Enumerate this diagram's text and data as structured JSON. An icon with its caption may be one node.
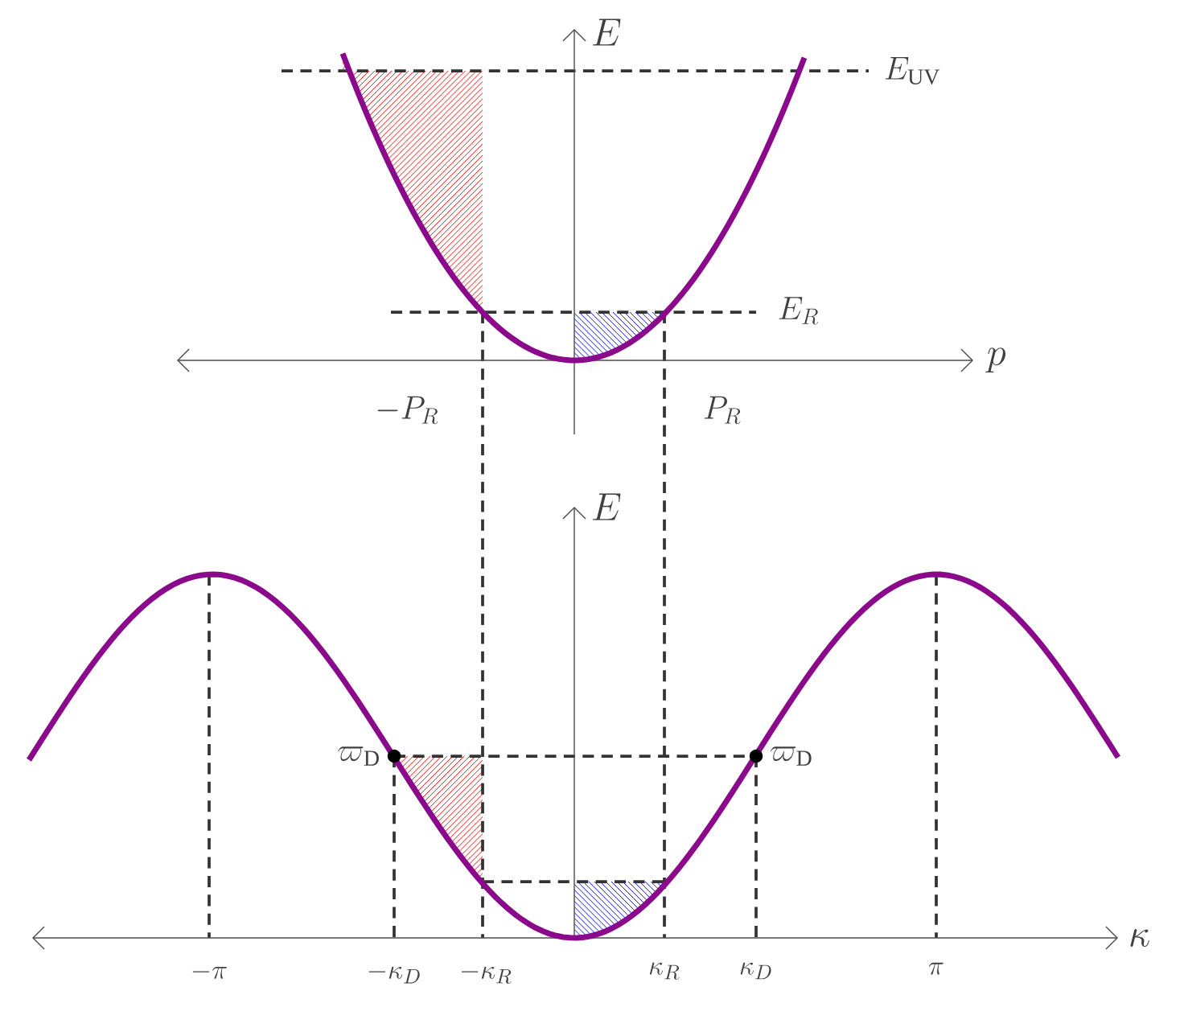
{
  "diagram": {
    "labels": [
      "E",
      "E_{\\mathrm{UV}}",
      "E_R",
      "p",
      "-P_R",
      "P_R",
      "E",
      "\\varpi_{\\mathrm{D}}",
      "\\varpi_{\\mathrm{D}}",
      "\\kappa",
      "-\\pi",
      "-\\kappa_D",
      "-\\kappa_R",
      "\\kappa_R",
      "\\kappa_D",
      "\\pi"
    ]
  }
}
